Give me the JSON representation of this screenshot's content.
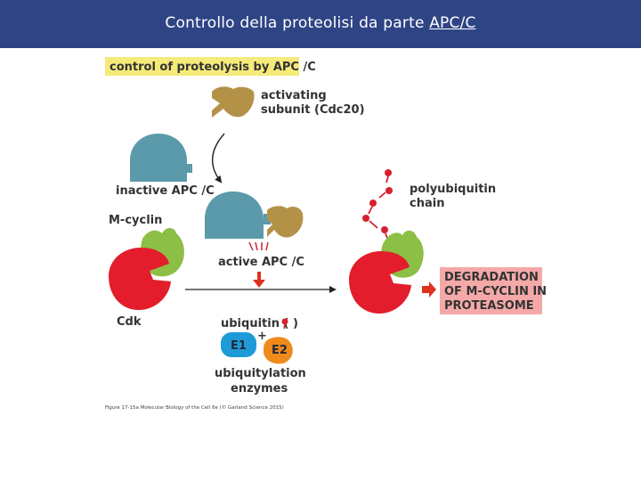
{
  "header": {
    "title_prefix": "Controllo della proteolisi da parte ",
    "title_underlined": "APC/C",
    "background": "#2f4485"
  },
  "figure": {
    "title_label": "control of proteolysis by APC /C",
    "activating_subunit_line1": "activating",
    "activating_subunit_line2": "subunit (Cdc20)",
    "inactive_label": "inactive APC /C",
    "m_cyclin_label": "M-cyclin",
    "active_label": "active APC /C",
    "cdk_label": "Cdk",
    "ubiquitin_label_start": "ubiquitin (",
    "ubiquitin_label_end": ")",
    "plus_sign": "+",
    "e1_label": "E1",
    "e2_label": "E2",
    "ubiquitylation_line1": "ubiquitylation",
    "ubiquitylation_line2": "enzymes",
    "polyubiquitin_line1": "polyubiquitin",
    "polyubiquitin_line2": "chain",
    "degradation_line1": "DEGRADATION",
    "degradation_line2": "OF M-CYCLIN IN",
    "degradation_line3": "PROTEASOME",
    "credit": "Figure 17-15a  Molecular Biology of the Cell 6e (© Garland Science 2015)",
    "colors": {
      "title_highlight": "#f5ea7a",
      "apc_teal": "#5b9aab",
      "cdc20_gold": "#b39247",
      "cdk_red": "#e31d2b",
      "cyclin_green": "#8cbf45",
      "ubiquitin_red": "#d6202f",
      "e1_blue": "#1e9bd7",
      "e2_orange": "#f08a1d",
      "degradation_box": "#f4a9a8",
      "arrow_red": "#e0301e"
    }
  }
}
